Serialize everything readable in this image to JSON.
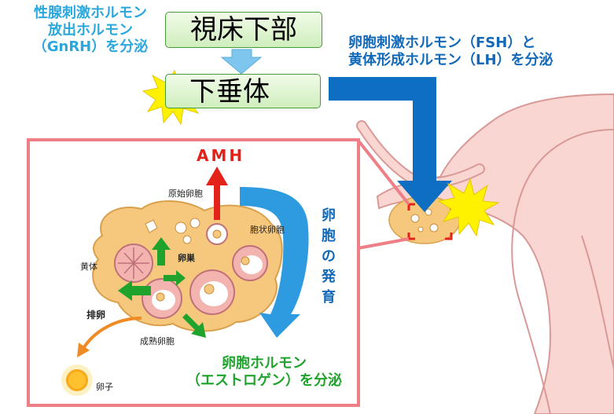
{
  "texts": {
    "gnrh_line1": "性腺刺激ホルモン",
    "gnrh_line2": "放出ホルモン",
    "gnrh_line3": "（GnRH）を分泌",
    "hypothalamus": "視床下部",
    "pituitary": "下垂体",
    "fsh_line1": "卵胞刺激ホルモン（FSH）と",
    "fsh_line2": "黄体形成ホルモン（LH）を分泌",
    "amh": "AMH",
    "primordial_follicle": "原始卵胞",
    "antral_follicle": "胞状卵胞",
    "ovary": "卵巣",
    "corpus_luteum": "黄体",
    "ovulation": "排卵",
    "mature_follicle": "成熟卵胞",
    "egg": "卵子",
    "development_1": "卵",
    "development_2": "胞",
    "development_3": "の",
    "development_4": "発",
    "development_5": "育",
    "estrogen_line1": "卵胞ホルモン",
    "estrogen_line2": "（エストロゲン）を分泌"
  },
  "colors": {
    "gnrh_text": "#2aa7dc",
    "fsh_text": "#1169b8",
    "fsh_arrow": "#0e6fc2",
    "amh": "#e3221a",
    "estrogen_text": "#1fa32d",
    "inset_border": "#ef7f86",
    "green_arrow": "#1fa32d",
    "blue_arrow": "#2e9be0",
    "ovulation_arrow": "#f08a24",
    "uterus_fill": "#f9d6d2",
    "ovary_fill": "#f6c87e",
    "burst": "#fff200"
  }
}
